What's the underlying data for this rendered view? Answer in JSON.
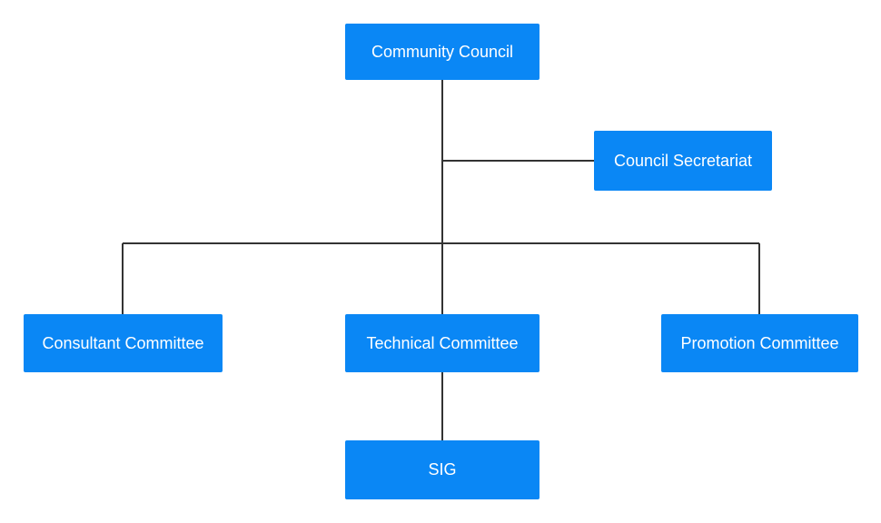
{
  "diagram": {
    "type": "org-chart",
    "nodes": {
      "council": "Community Council",
      "secretariat": "Council Secretariat",
      "consultant": "Consultant Committee",
      "technical": "Technical Committee",
      "promotion": "Promotion Committee",
      "sig": "SIG"
    },
    "edges": [
      {
        "from": "council",
        "to": "secretariat"
      },
      {
        "from": "council",
        "to": "consultant"
      },
      {
        "from": "council",
        "to": "technical"
      },
      {
        "from": "council",
        "to": "promotion"
      },
      {
        "from": "technical",
        "to": "sig"
      }
    ],
    "colors": {
      "node_fill": "#0a87f5",
      "node_text": "#ffffff",
      "connector": "#333333",
      "background": "#ffffff"
    }
  }
}
